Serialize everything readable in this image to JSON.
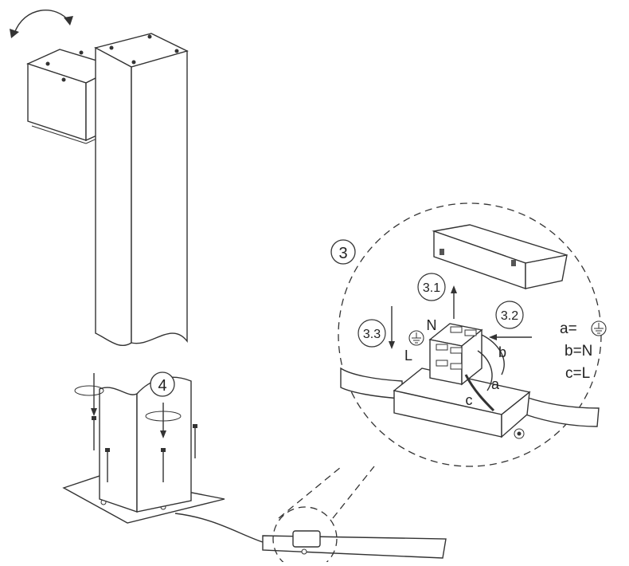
{
  "steps": {
    "step_3": "3",
    "step_3_1": "3.1",
    "step_3_2": "3.2",
    "step_3_3": "3.3",
    "step_4": "4"
  },
  "terminals": {
    "n": "N",
    "l": "L",
    "earth_symbol": "earth-ground-icon"
  },
  "wires": {
    "a": "a",
    "b": "b",
    "c": "c"
  },
  "legend": {
    "a_prefix": "a=",
    "b_line": "b=N",
    "c_line": "c=L"
  },
  "colors": {
    "line": "#333333",
    "fill_dark": "#555555",
    "fill_light": "#ffffff"
  }
}
